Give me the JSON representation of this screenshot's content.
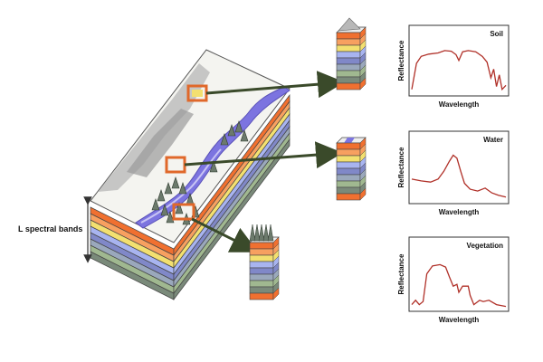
{
  "bands_label": "L spectral bands",
  "band_colors": [
    "#f07030",
    "#f7a060",
    "#f3e070",
    "#a8b4f0",
    "#8088c8",
    "#9aa8bc",
    "#a0b890",
    "#7a8a7a"
  ],
  "curve_color": "#b03028",
  "charts": [
    {
      "title": "Soil",
      "xlabel": "Wavelength",
      "ylabel": "Reflectance",
      "curve": [
        [
          0,
          0.05
        ],
        [
          0.05,
          0.5
        ],
        [
          0.1,
          0.62
        ],
        [
          0.18,
          0.66
        ],
        [
          0.28,
          0.68
        ],
        [
          0.35,
          0.72
        ],
        [
          0.42,
          0.71
        ],
        [
          0.47,
          0.65
        ],
        [
          0.5,
          0.55
        ],
        [
          0.54,
          0.7
        ],
        [
          0.6,
          0.72
        ],
        [
          0.68,
          0.7
        ],
        [
          0.75,
          0.62
        ],
        [
          0.8,
          0.52
        ],
        [
          0.84,
          0.25
        ],
        [
          0.87,
          0.4
        ],
        [
          0.9,
          0.1
        ],
        [
          0.93,
          0.3
        ],
        [
          0.96,
          0.05
        ],
        [
          1,
          0.12
        ]
      ]
    },
    {
      "title": "Water",
      "xlabel": "Wavelength",
      "ylabel": "Reflectance",
      "curve": [
        [
          0,
          0.35
        ],
        [
          0.1,
          0.32
        ],
        [
          0.2,
          0.3
        ],
        [
          0.28,
          0.35
        ],
        [
          0.34,
          0.48
        ],
        [
          0.4,
          0.65
        ],
        [
          0.44,
          0.75
        ],
        [
          0.48,
          0.7
        ],
        [
          0.52,
          0.48
        ],
        [
          0.56,
          0.28
        ],
        [
          0.62,
          0.18
        ],
        [
          0.7,
          0.15
        ],
        [
          0.78,
          0.2
        ],
        [
          0.85,
          0.12
        ],
        [
          0.92,
          0.08
        ],
        [
          1,
          0.05
        ]
      ]
    },
    {
      "title": "Vegetation",
      "xlabel": "Wavelength",
      "ylabel": "Reflectance",
      "curve": [
        [
          0,
          0.05
        ],
        [
          0.04,
          0.12
        ],
        [
          0.08,
          0.05
        ],
        [
          0.12,
          0.1
        ],
        [
          0.16,
          0.55
        ],
        [
          0.22,
          0.68
        ],
        [
          0.3,
          0.7
        ],
        [
          0.36,
          0.66
        ],
        [
          0.4,
          0.5
        ],
        [
          0.44,
          0.35
        ],
        [
          0.48,
          0.38
        ],
        [
          0.5,
          0.25
        ],
        [
          0.54,
          0.35
        ],
        [
          0.6,
          0.35
        ],
        [
          0.62,
          0.2
        ],
        [
          0.66,
          0.05
        ],
        [
          0.72,
          0.12
        ],
        [
          0.76,
          0.1
        ],
        [
          0.82,
          0.12
        ],
        [
          0.9,
          0.05
        ],
        [
          1,
          0.02
        ]
      ]
    }
  ]
}
